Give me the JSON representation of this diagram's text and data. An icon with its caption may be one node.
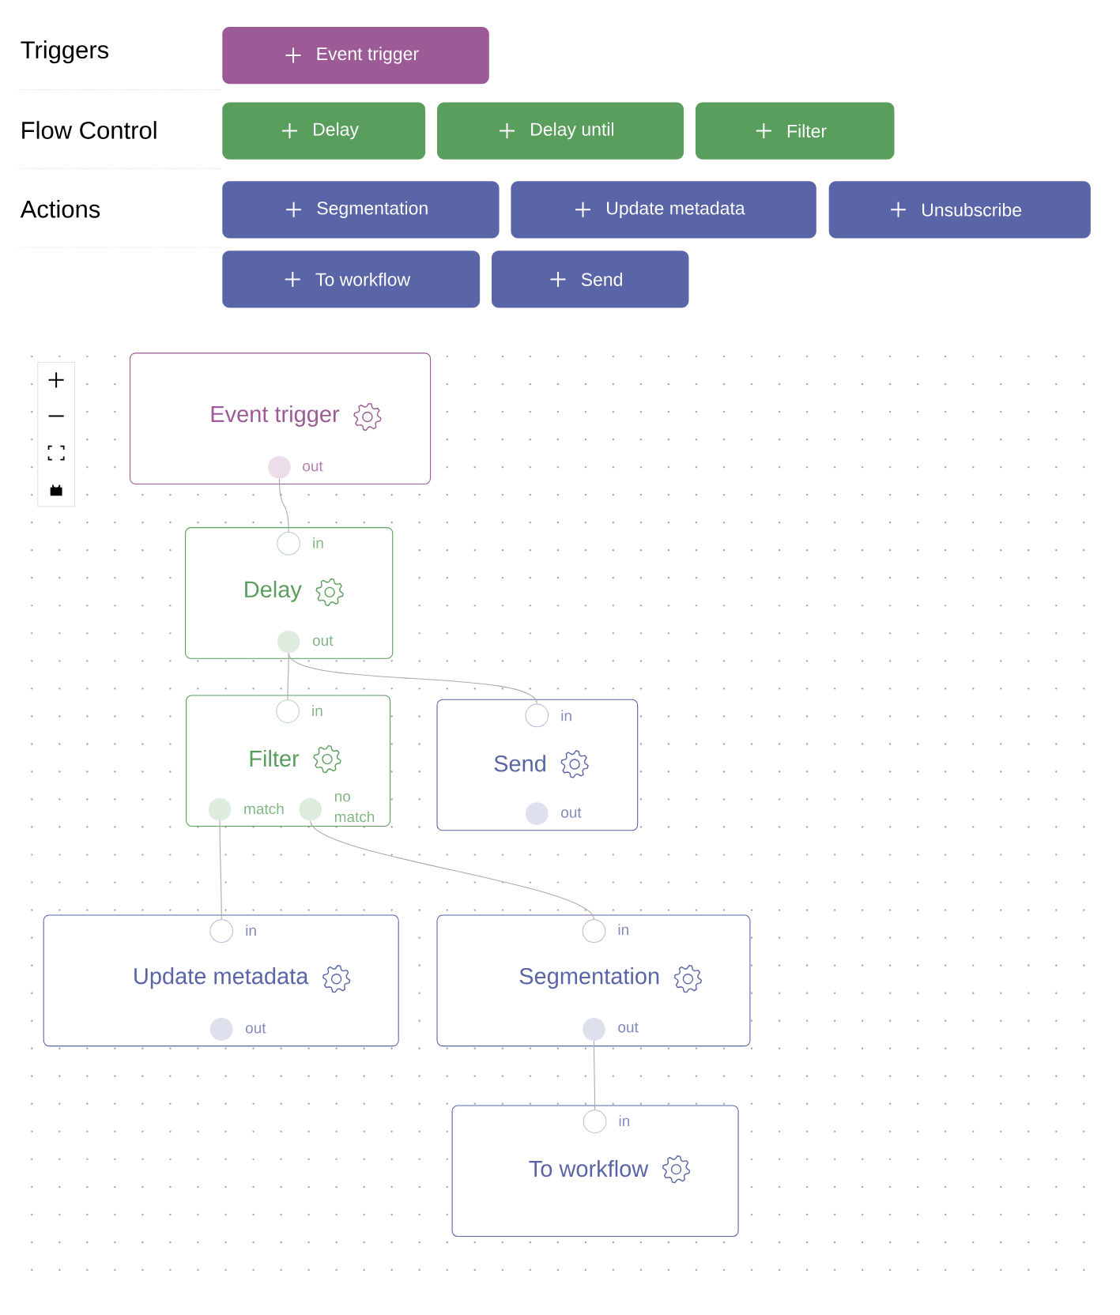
{
  "diagram": {
    "nodes": [
      {
        "text": [
          "Event trigger"
        ]
      },
      {
        "text": [
          "Delay"
        ]
      },
      {
        "text": [
          "Delay until"
        ]
      },
      {
        "text": [
          "Filter"
        ]
      },
      {
        "text": [
          "Segmentation"
        ]
      },
      {
        "text": [
          "Update metadata"
        ]
      },
      {
        "text": [
          "Unsubscribe"
        ]
      },
      {
        "text": [
          "To workflow"
        ]
      },
      {
        "text": [
          "Send"
        ]
      },
      {
        "text": [
          "Event trigger"
        ]
      },
      {
        "text": [],
        "shape": "circle",
        "in": 9,
        "beside": [
          "out"
        ]
      },
      {
        "text": [
          "Delay"
        ]
      },
      {
        "text": [],
        "shape": "circle",
        "in": 11,
        "beside": [
          "in"
        ]
      },
      {
        "text": [],
        "shape": "circle",
        "in": 11,
        "beside": [
          "out"
        ]
      },
      {
        "text": [
          "Filter"
        ]
      },
      {
        "text": [],
        "shape": "circle",
        "in": 14,
        "beside": [
          "in"
        ]
      },
      {
        "text": [],
        "shape": "circle",
        "in": 14,
        "beside": [
          "match"
        ]
      },
      {
        "text": [],
        "shape": "circle",
        "in": 14,
        "beside": [
          "no match"
        ]
      },
      {
        "text": [
          "Send"
        ]
      },
      {
        "text": [],
        "shape": "circle",
        "in": 18,
        "beside": [
          "in"
        ]
      },
      {
        "text": [],
        "shape": "circle",
        "in": 18,
        "beside": [
          "out"
        ]
      },
      {
        "text": [
          "Update metadata"
        ]
      },
      {
        "text": [],
        "shape": "circle",
        "in": 21,
        "beside": [
          "in"
        ]
      },
      {
        "text": [],
        "shape": "circle",
        "in": 21,
        "beside": [
          "out"
        ]
      },
      {
        "text": [
          "Segmentation"
        ]
      },
      {
        "text": [],
        "shape": "circle",
        "in": 24,
        "beside": [
          "in"
        ]
      },
      {
        "text": [],
        "shape": "circle",
        "in": 24,
        "beside": [
          "out"
        ]
      },
      {
        "text": [
          "To workflow"
        ]
      },
      {
        "text": [],
        "shape": "circle",
        "in": 27,
        "beside": [
          "in"
        ]
      }
    ],
    "edges": [
      {
        "from": 10,
        "to": 12,
        "arrow": "none"
      },
      {
        "from": 13,
        "to": 15,
        "arrow": "none"
      },
      {
        "from": 13,
        "to": 19,
        "arrow": "none"
      },
      {
        "from": 16,
        "to": 22,
        "arrow": "none"
      },
      {
        "from": 17,
        "to": 25,
        "arrow": "none"
      },
      {
        "from": 26,
        "to": 28,
        "arrow": "none"
      }
    ],
    "labels": [
      "Triggers",
      "Flow Control",
      "Actions"
    ]
  }
}
